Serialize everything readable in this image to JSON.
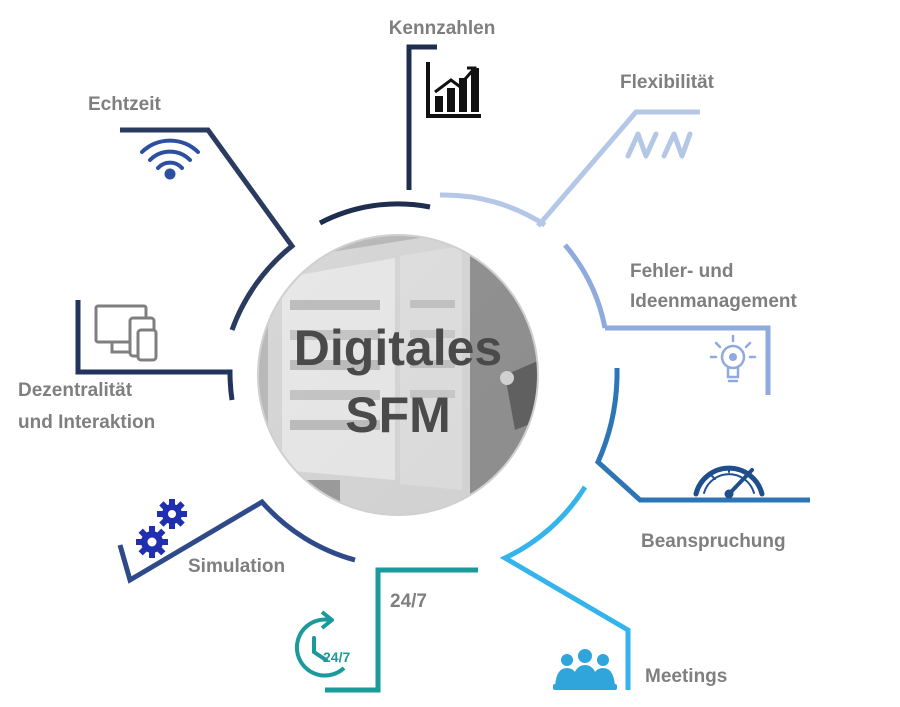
{
  "center": {
    "line1": "Digitales",
    "line2": "SFM"
  },
  "segments": {
    "kennzahlen": {
      "label": "Kennzahlen",
      "color": "#1f2d4f",
      "icon": "bar-chart-icon"
    },
    "flexibilitaet": {
      "label": "Flexibilität",
      "color": "#b4c7e7",
      "icon": "flex-wave-icon"
    },
    "fehler": {
      "label_line1": "Fehler- und",
      "label_line2": "Ideenmanagement",
      "color": "#8faadc",
      "icon": "lightbulb-icon"
    },
    "beanspruchung": {
      "label": "Beanspruchung",
      "color": "#2e75b6",
      "icon": "speedometer-icon"
    },
    "meetings": {
      "label": "Meetings",
      "color": "#34b4ea",
      "icon": "people-group-icon"
    },
    "h247": {
      "label": "24/7",
      "icon_text": "24/7",
      "color": "#1a9a9a",
      "icon": "clock-cycle-icon"
    },
    "simulation": {
      "label": "Simulation",
      "color": "#2f4a8a",
      "icon": "gears-icon"
    },
    "dezentral": {
      "label_line1": "Dezentralität",
      "label_line2": "und Interaktion",
      "color": "#22345e",
      "icon": "devices-icon"
    },
    "echtzeit": {
      "label": "Echtzeit",
      "color": "#2b3a5f",
      "icon": "wifi-icon"
    }
  }
}
